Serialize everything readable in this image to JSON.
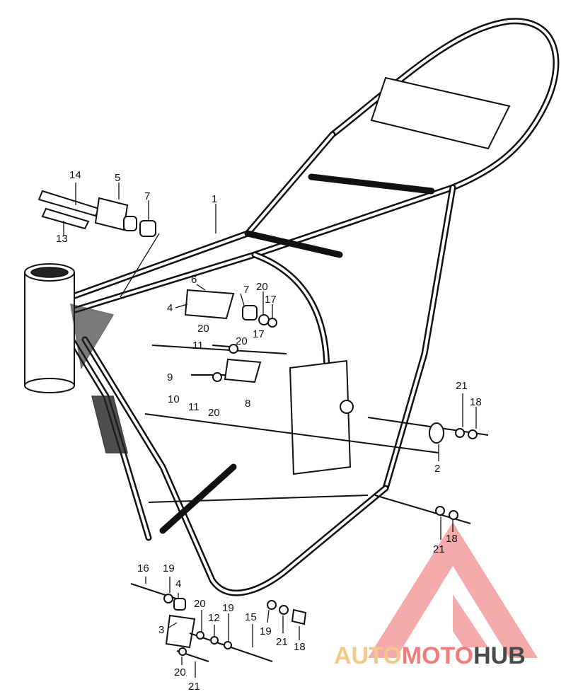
{
  "callouts": [
    {
      "id": "c1",
      "label": "1"
    },
    {
      "id": "c2",
      "label": "2"
    },
    {
      "id": "c3",
      "label": "3"
    },
    {
      "id": "c4a",
      "label": "4"
    },
    {
      "id": "c4b",
      "label": "4"
    },
    {
      "id": "c5",
      "label": "5"
    },
    {
      "id": "c6",
      "label": "6"
    },
    {
      "id": "c7a",
      "label": "7"
    },
    {
      "id": "c7b",
      "label": "7"
    },
    {
      "id": "c8",
      "label": "8"
    },
    {
      "id": "c9",
      "label": "9"
    },
    {
      "id": "c10",
      "label": "10"
    },
    {
      "id": "c11a",
      "label": "11"
    },
    {
      "id": "c11b",
      "label": "11"
    },
    {
      "id": "c12",
      "label": "12"
    },
    {
      "id": "c13",
      "label": "13"
    },
    {
      "id": "c14",
      "label": "14"
    },
    {
      "id": "c15",
      "label": "15"
    },
    {
      "id": "c16",
      "label": "16"
    },
    {
      "id": "c17a",
      "label": "17"
    },
    {
      "id": "c17b",
      "label": "17"
    },
    {
      "id": "c18a",
      "label": "18"
    },
    {
      "id": "c18b",
      "label": "18"
    },
    {
      "id": "c18c",
      "label": "18"
    },
    {
      "id": "c19a",
      "label": "19"
    },
    {
      "id": "c19b",
      "label": "19"
    },
    {
      "id": "c19c",
      "label": "19"
    },
    {
      "id": "c20a",
      "label": "20"
    },
    {
      "id": "c20b",
      "label": "20"
    },
    {
      "id": "c20c",
      "label": "20"
    },
    {
      "id": "c20d",
      "label": "20"
    },
    {
      "id": "c20e",
      "label": "20"
    },
    {
      "id": "c20f",
      "label": "20"
    },
    {
      "id": "c21a",
      "label": "21"
    },
    {
      "id": "c21b",
      "label": "21"
    },
    {
      "id": "c21c",
      "label": "21"
    },
    {
      "id": "c21d",
      "label": "21"
    }
  ],
  "watermark": {
    "part1": "AUTO",
    "part2": "MOTO",
    "part3": "HUB",
    "colors": {
      "auto": "#f2c98a",
      "moto": "#f07c7c",
      "hub": "#4a4a4a",
      "logo": "#f07c7c"
    }
  }
}
